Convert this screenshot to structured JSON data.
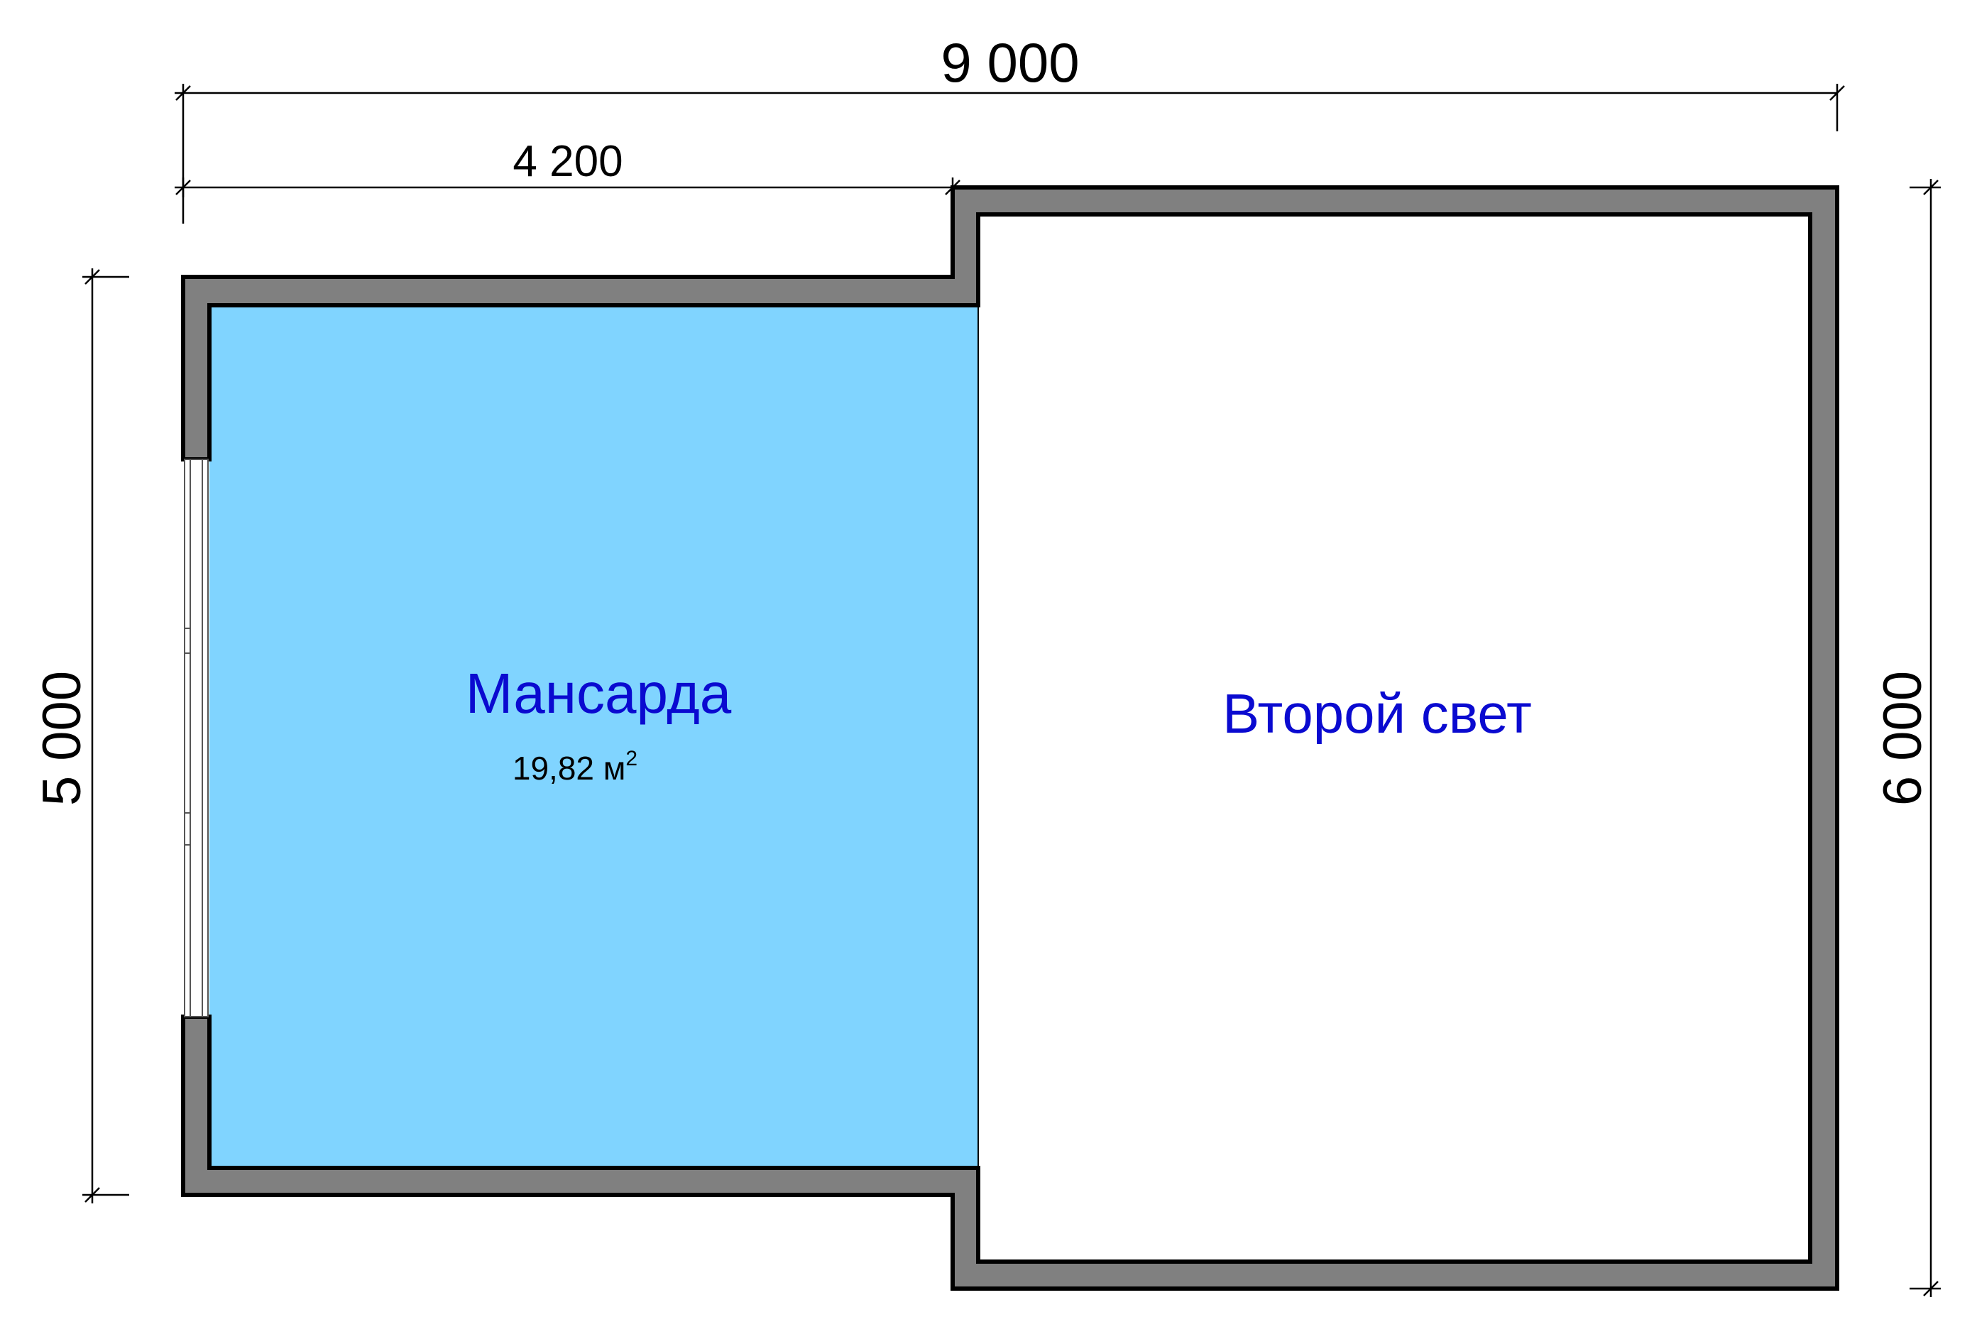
{
  "dimensions": {
    "total_width": "9 000",
    "attic_width": "4 200",
    "attic_depth": "5 000",
    "second_light_depth": "6 000"
  },
  "rooms": {
    "attic": {
      "name": "Мансарда",
      "area_value": "19,82 м",
      "area_superscript": "2"
    },
    "second_light": {
      "name": "Второй свет"
    }
  },
  "colors": {
    "wall_fill": "#808080",
    "wall_outline": "#000000",
    "attic_fill": "#80D4FF",
    "room_label": "#0A0AD0",
    "dimension_line": "#000000"
  }
}
